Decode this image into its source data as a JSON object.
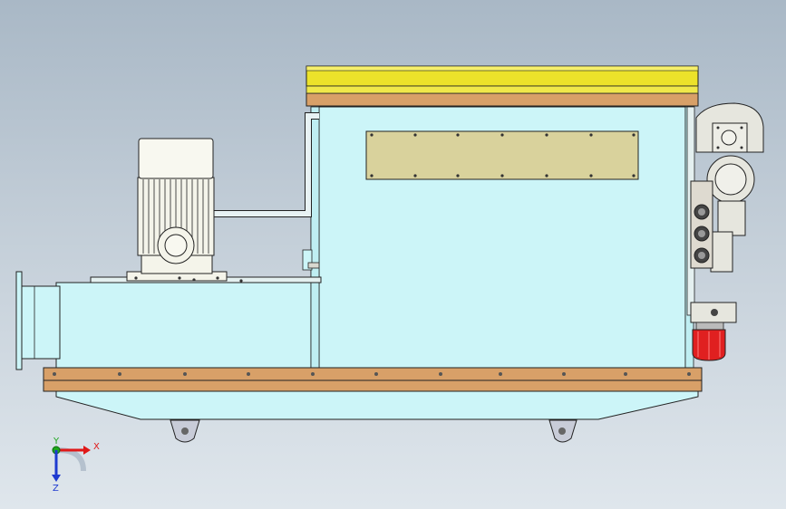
{
  "triad": {
    "x_label": "X",
    "y_label": "Y",
    "z_label": "Z",
    "x_color": "#e01818",
    "y_color": "#1ea81e",
    "z_color": "#1e3ad0"
  },
  "colors": {
    "background_top": "#a9b8c6",
    "background_bottom": "#dfe6ec",
    "tank_body": "#ccf5f8",
    "wood_strip": "#d8a068",
    "yellow_cover": "#ece22a",
    "inspection_panel": "#d9d29c",
    "motor": "#f4f4ea",
    "warning_lamp": "#e02020"
  },
  "components": [
    "motor-assembly",
    "filter-tank",
    "inlet-duct",
    "top-cover",
    "inspection-panel",
    "control-gearbox",
    "warning-lamp",
    "lifting-lugs"
  ]
}
